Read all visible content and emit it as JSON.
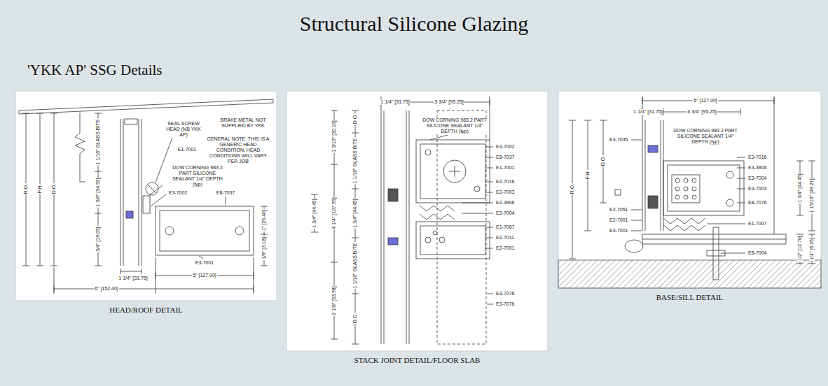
{
  "diagram": {
    "title": "Structural Silicone Glazing",
    "nodes": [
      {
        "text": [
          "HEAD/ROOF DETAIL"
        ]
      },
      {
        "text": [
          "STACK JOINT DETAIL/FLOOR SLAB"
        ]
      },
      {
        "text": [
          "BASE/SILL DETAIL"
        ]
      }
    ],
    "labels": [
      "'YKK AP' SSG Details",
      "BRAKE METAL NOT SUPPLIED BY YKK",
      "GENERAL NOTE: THIS IS A GENERIC HEAD CONDITION. HEAD CONDITIONS WILL VARY PER JOB",
      "SEAL SCREW HEAD (NB YKK AP)",
      "E1-7001",
      "DOW CORNING 983 2 PART SILICONE SEALANT 1/4\" DEPTH (typ)",
      "E3-7002",
      "E8-7037",
      "E3-7001",
      "1 1/16\" GLASS BITE",
      "1 3/8\" [34.92]",
      "3/4\" [19.05]",
      "1\" [25.40]",
      "1/8\" [3.18]",
      "5\" [127.00]",
      "6\" [152.40]",
      "1 1/4\" [31.75]",
      "R.O.",
      "F.H.",
      "D.O.",
      "1 1/4\" [31.75]",
      "3 3/4\" [95.25]",
      "DOW CORNING 983 2 PART SILICONE SEALANT 1/4\" DEPTH (typ)",
      "E3-7002",
      "E8-7037",
      "E1-7001",
      "E2-7016",
      "E2-7003",
      "E2-3906",
      "E2-7004",
      "E1-7067",
      "E2-7011",
      "E2-7001",
      "E3-7076",
      "E3-7076",
      "D.O.",
      "1 1/16\" GLASS BITE",
      "1 3/4\" [44.45]",
      "1 1/16\" GLASS BITE",
      "D.O.",
      "1 3/16\" [30.16]",
      "4 1/4\" [107.95]",
      "2 1/8\" [53.98]",
      "1 3/4\" [44.45]",
      "5\" [127.00]",
      "3 3/4\" [95.25]",
      "1 1/4\" [31.75]",
      "DOW CORNING 983 2 PART SILICONE SEALANT 1/4\" DEPTH (typ)",
      "E3-7016",
      "E3-3906",
      "E3-7004",
      "E3-7003",
      "E8-7076",
      "E1-7007",
      "E8-7004",
      "E3-7035",
      "E2-7051",
      "E2-7001",
      "E3-7001",
      "R.O.",
      "F.H.",
      "D.O.",
      "1 3/4\" [44.45]",
      "1/2\" [12.70]",
      "1 15/16\" [49.21]",
      "1/4\" [6.35]"
    ]
  }
}
